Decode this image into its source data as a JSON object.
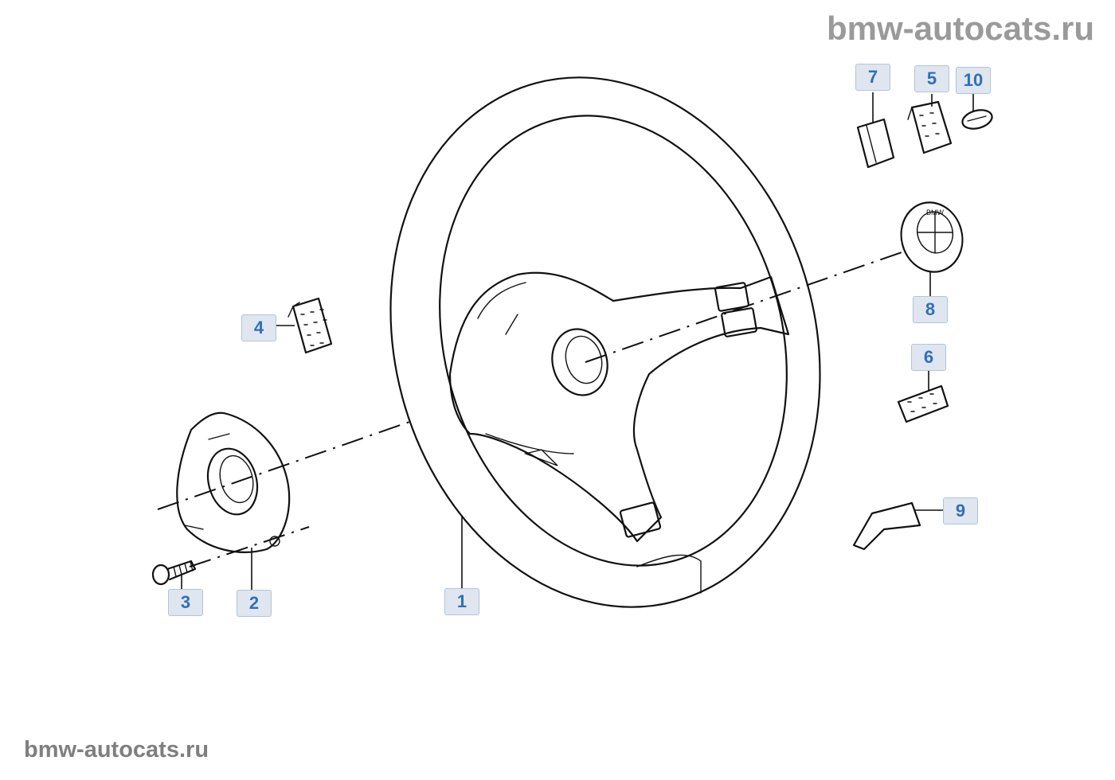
{
  "watermark": {
    "top": "bmw-autocats.ru",
    "bottom": "bmw-autocats.ru"
  },
  "callouts": [
    {
      "id": "1",
      "label": "1"
    },
    {
      "id": "2",
      "label": "2"
    },
    {
      "id": "3",
      "label": "3"
    },
    {
      "id": "4",
      "label": "4"
    },
    {
      "id": "5",
      "label": "5"
    },
    {
      "id": "6",
      "label": "6"
    },
    {
      "id": "7",
      "label": "7"
    },
    {
      "id": "8",
      "label": "8"
    },
    {
      "id": "9",
      "label": "9"
    },
    {
      "id": "10",
      "label": "10"
    }
  ],
  "emblem": {
    "letters": "BMW"
  },
  "colors": {
    "callout_bg": "#dfe6f0",
    "callout_border": "#b4c3d7",
    "callout_text": "#2f6fb8",
    "watermark": "#9a9a9a"
  }
}
